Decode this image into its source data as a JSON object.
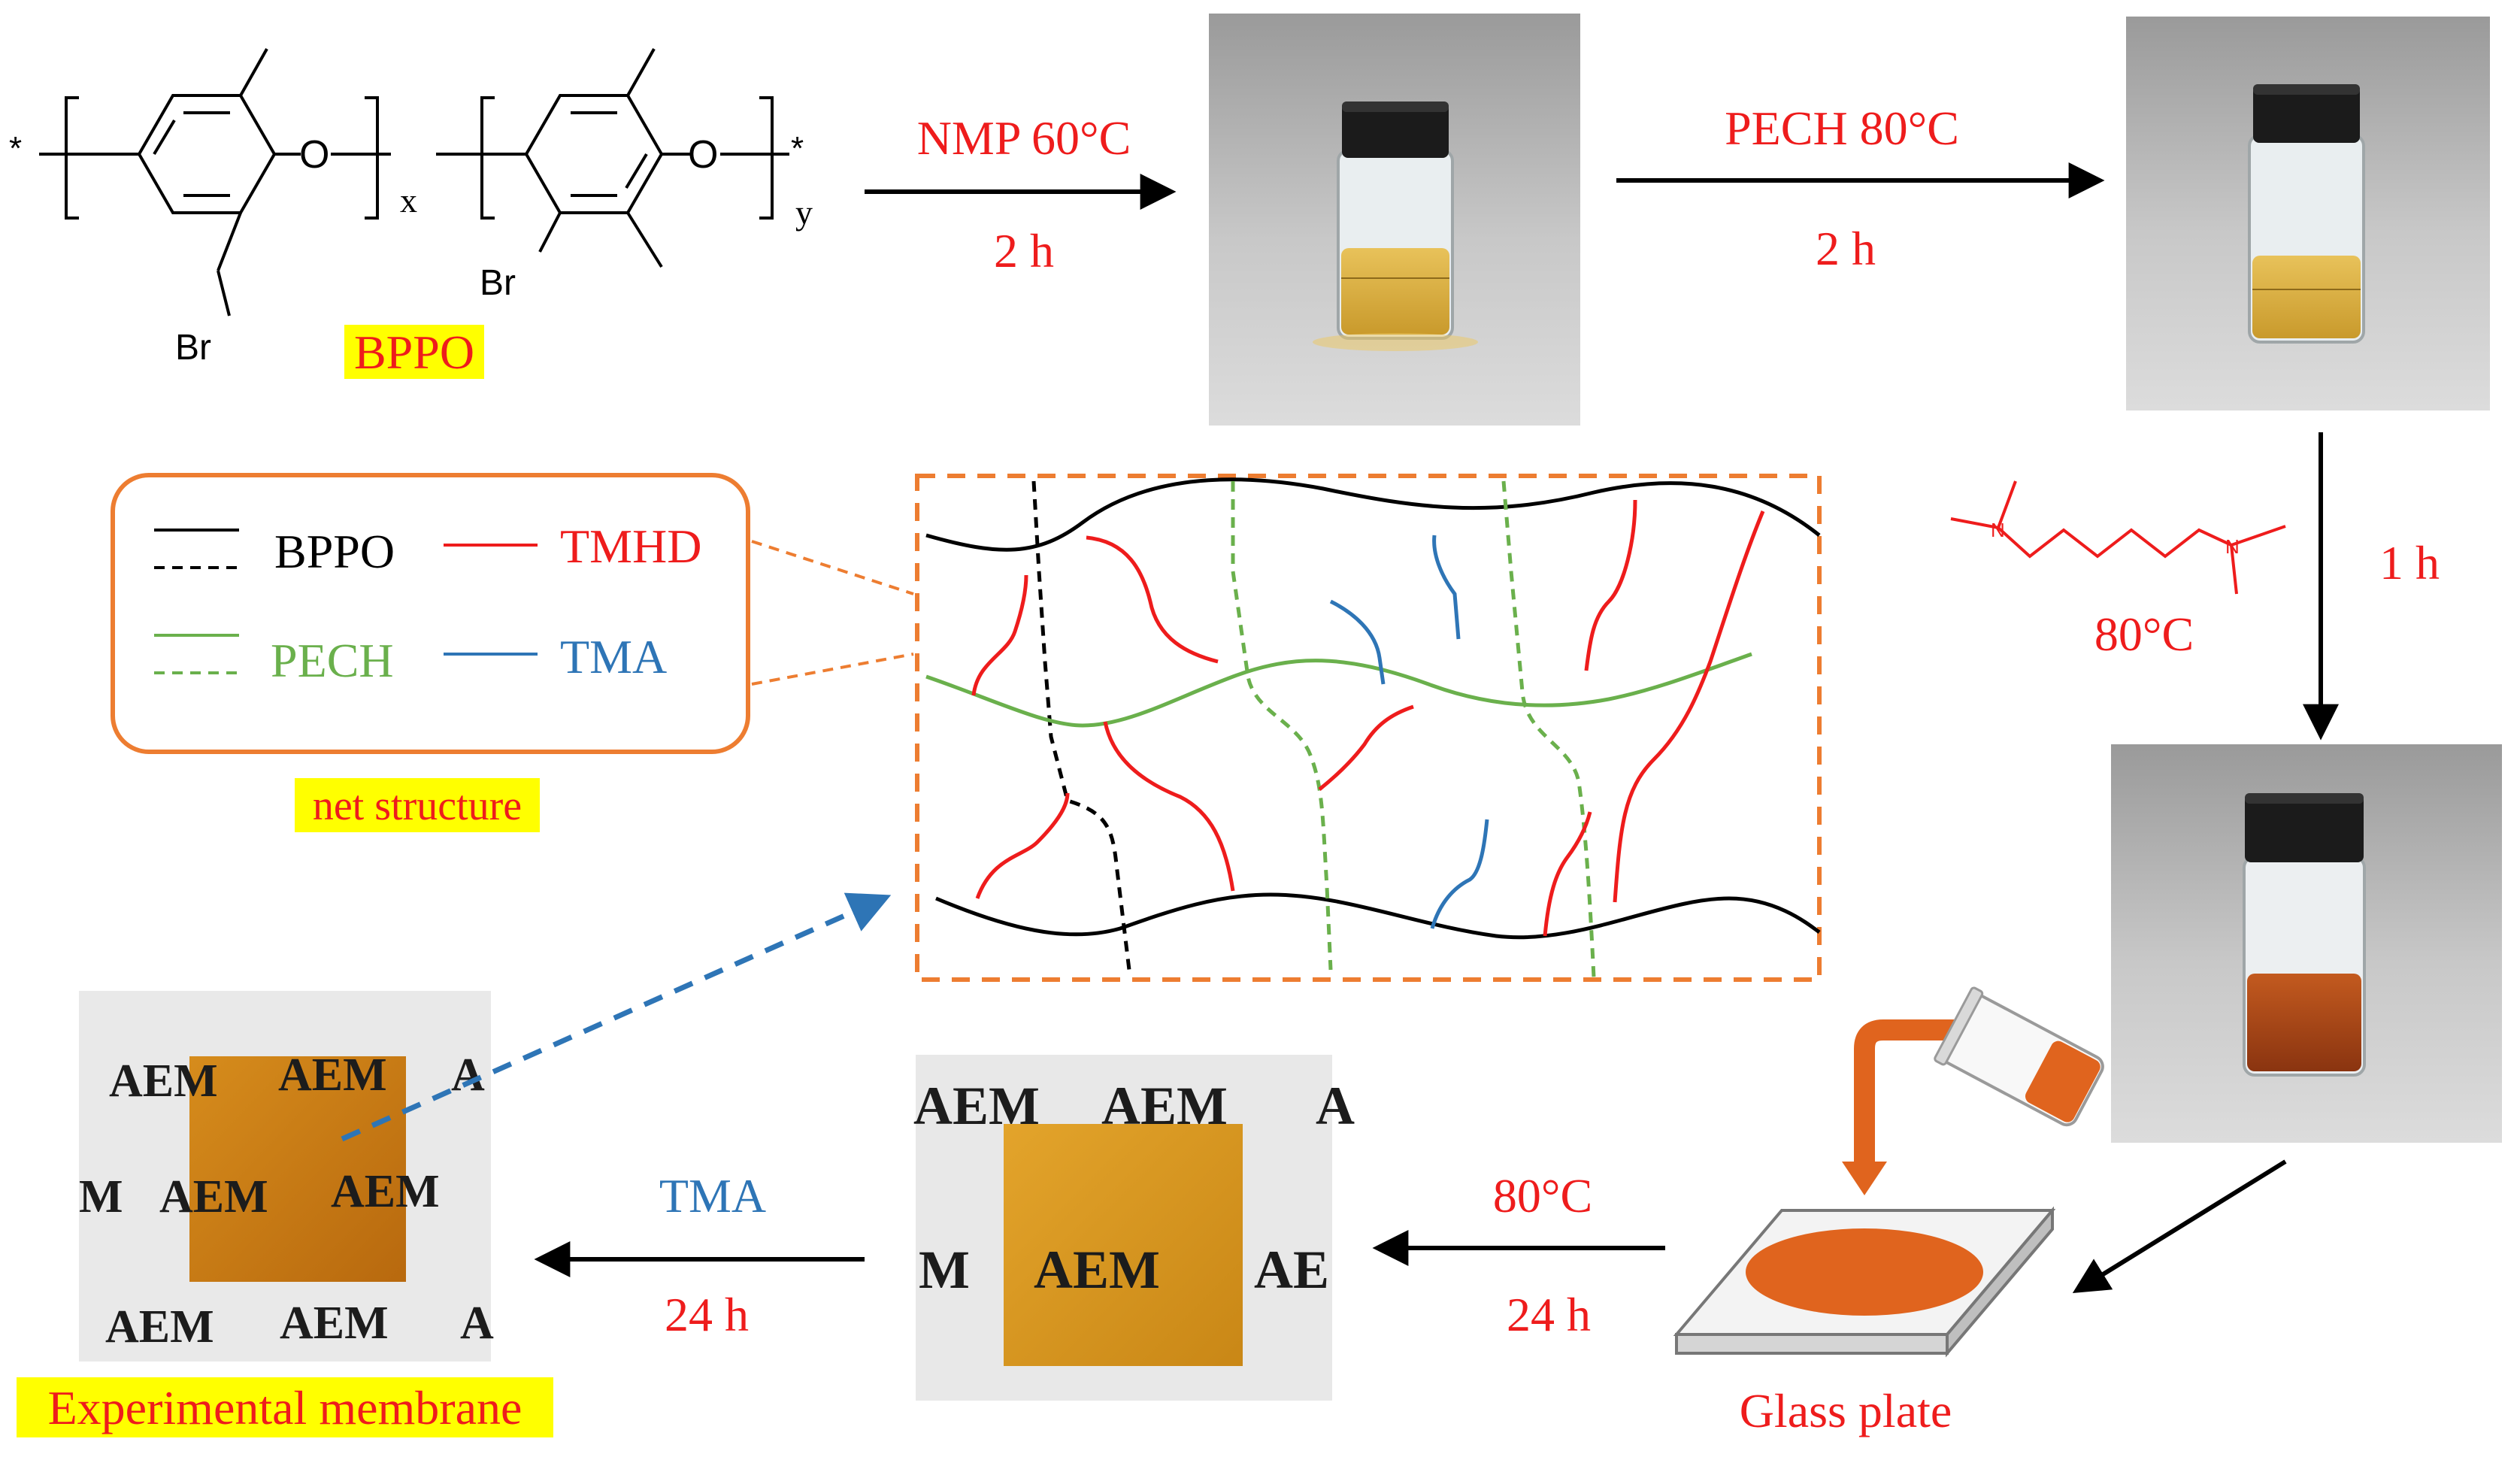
{
  "polymer": {
    "name": "BPPO",
    "unit_x": "x",
    "unit_y": "y",
    "end_star": "*",
    "oxygen": "O",
    "bromine": "Br"
  },
  "step1": {
    "conditions": "NMP 60°C",
    "time": "2 h"
  },
  "step2": {
    "conditions": "PECH 80°C",
    "time": "2 h"
  },
  "step3": {
    "temperature": "80°C",
    "time": "1 h",
    "nitrogen": "N"
  },
  "step4": {
    "temperature": "80°C",
    "time": "24 h"
  },
  "step5": {
    "reagent": "TMA",
    "time": "24 h"
  },
  "glass_plate": {
    "label": "Glass plate"
  },
  "legend": {
    "bppo": "BPPO",
    "tmhd": "TMHD",
    "pech": "PECH",
    "tma": "TMA",
    "caption": "net structure"
  },
  "membrane_photo_1": {
    "rows": [
      [
        "AEM",
        "AEM",
        "A"
      ],
      [
        "M",
        "AEM",
        "AEM"
      ],
      [
        "AEM",
        "AEM",
        "A"
      ]
    ]
  },
  "membrane_photo_2": {
    "rows": [
      [
        "AEM",
        "AEM",
        "A"
      ],
      [
        "M",
        "AEM",
        "AE"
      ]
    ]
  },
  "experimental_label": "Experimental membrane",
  "colors": {
    "red": "#ee1c1c",
    "green": "#6ab04c",
    "blue": "#2e75b6",
    "orange": "#ed7d31",
    "black": "#000000",
    "highlight": "#ffff00"
  }
}
